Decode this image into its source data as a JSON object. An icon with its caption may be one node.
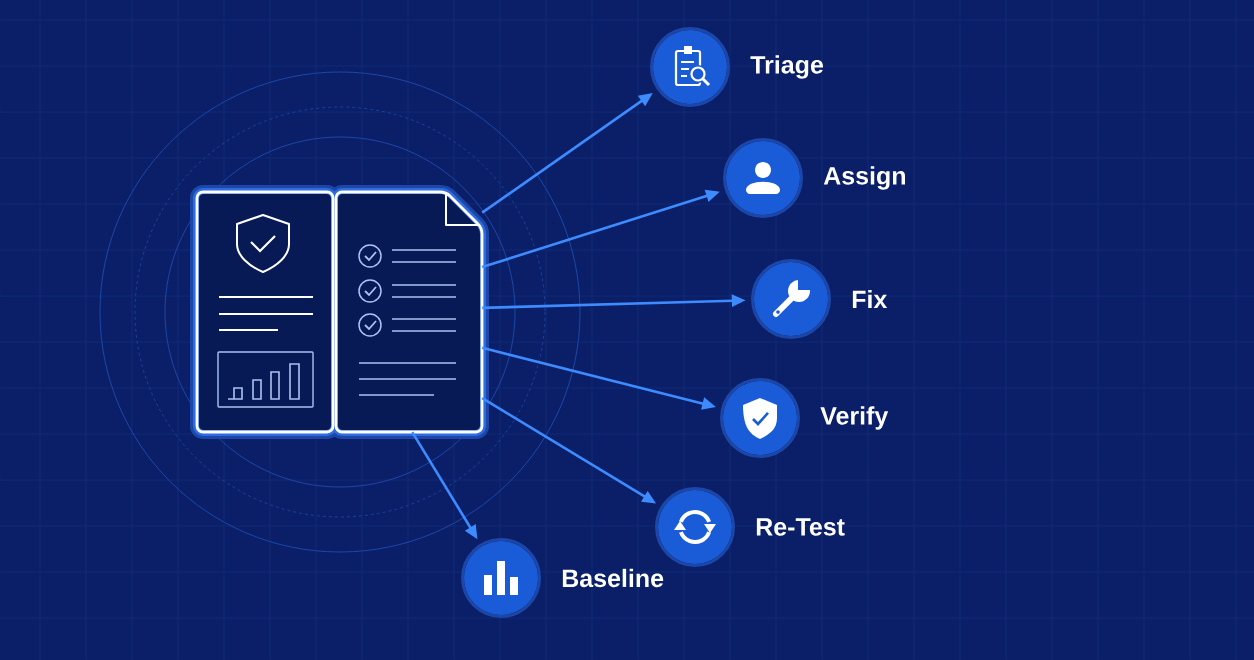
{
  "diagram": {
    "nodes": [
      {
        "text": [],
        "shape": "picture"
      },
      {
        "text": [
          "Triage"
        ]
      },
      {
        "text": [
          "Assign"
        ]
      },
      {
        "text": [
          "Fix"
        ]
      },
      {
        "text": [
          "Verify"
        ]
      },
      {
        "text": [
          "Re-Test"
        ]
      },
      {
        "text": [
          "Baseline"
        ]
      }
    ],
    "edges": [
      {
        "from": 0,
        "to": 1,
        "arrow": "to"
      },
      {
        "from": 0,
        "to": 2,
        "arrow": "to"
      },
      {
        "from": 0,
        "to": 3,
        "arrow": "to"
      },
      {
        "from": 0,
        "to": 4,
        "arrow": "to"
      },
      {
        "from": 0,
        "to": 5,
        "arrow": "to"
      },
      {
        "from": 0,
        "to": 6,
        "arrow": "to"
      }
    ]
  }
}
